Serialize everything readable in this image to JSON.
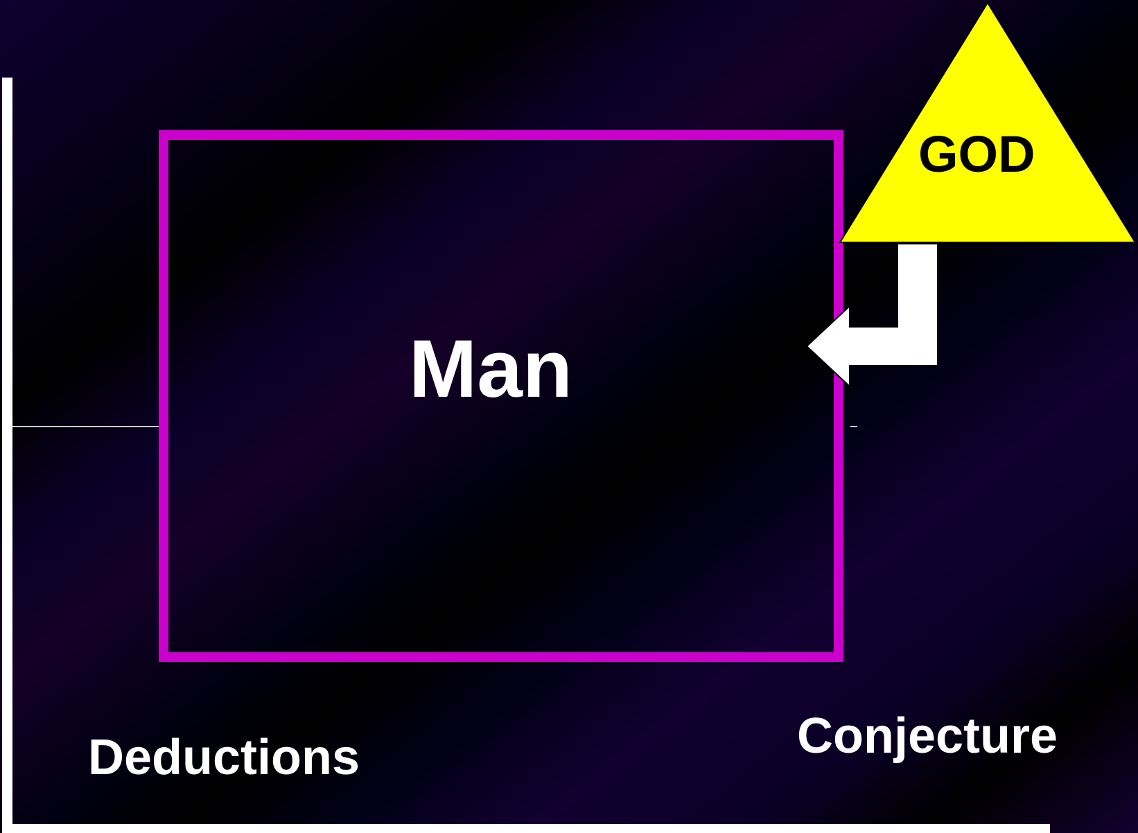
{
  "diagram": {
    "god_label": "GOD",
    "man_label": "Man",
    "deductions_label": "Deductions",
    "conjecture_label": "Conjecture"
  },
  "colors": {
    "box_border": "#cc00cc",
    "triangle_fill": "#ffff00",
    "arrow_fill": "#ffffff",
    "text_white": "#ffffff",
    "text_black": "#000000"
  },
  "icons": {
    "triangle": "god-triangle-icon",
    "arrow": "bent-arrow-icon"
  }
}
